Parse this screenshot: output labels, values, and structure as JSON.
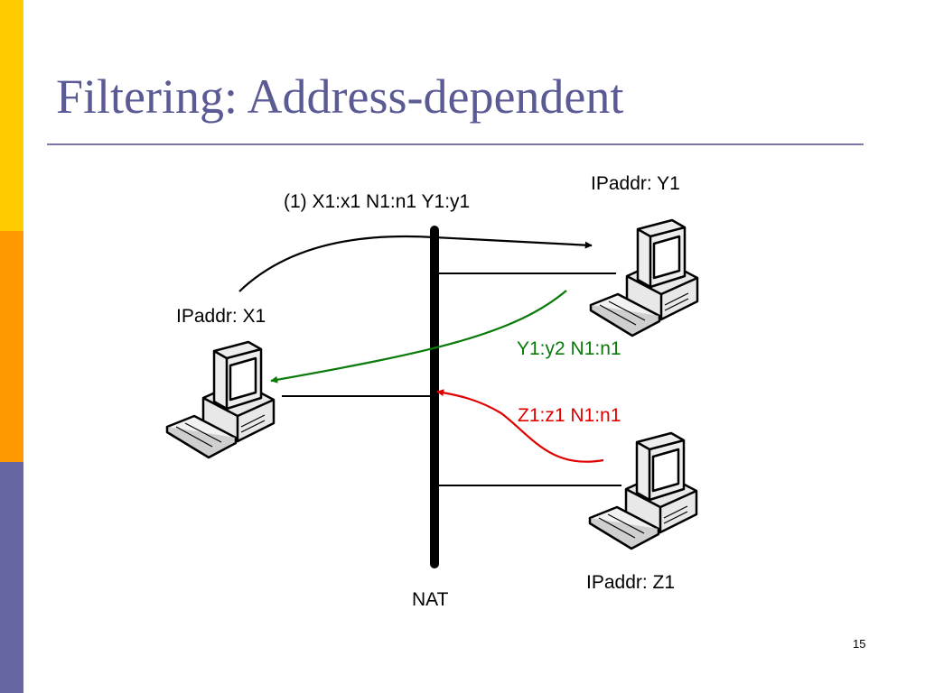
{
  "slide": {
    "title": "Filtering: Address-dependent",
    "page_number": "15"
  },
  "diagram": {
    "nat_label": "NAT",
    "host_x1_label": "IPaddr: X1",
    "host_y1_label": "IPaddr: Y1",
    "host_z1_label": "IPaddr: Z1",
    "packet1_label": "(1) X1:x1  N1:n1 Y1:y1",
    "packet2_label": "Y1:y2 N1:n1",
    "packet3_label": "Z1:z1 N1:n1"
  },
  "colors": {
    "title": "#5a5a95",
    "bar_top": "#ffcc00",
    "bar_middle": "#ff9900",
    "bar_bottom": "#6666a3",
    "packet_reply": "#0a7a0a",
    "packet_blocked": "#e00000"
  }
}
